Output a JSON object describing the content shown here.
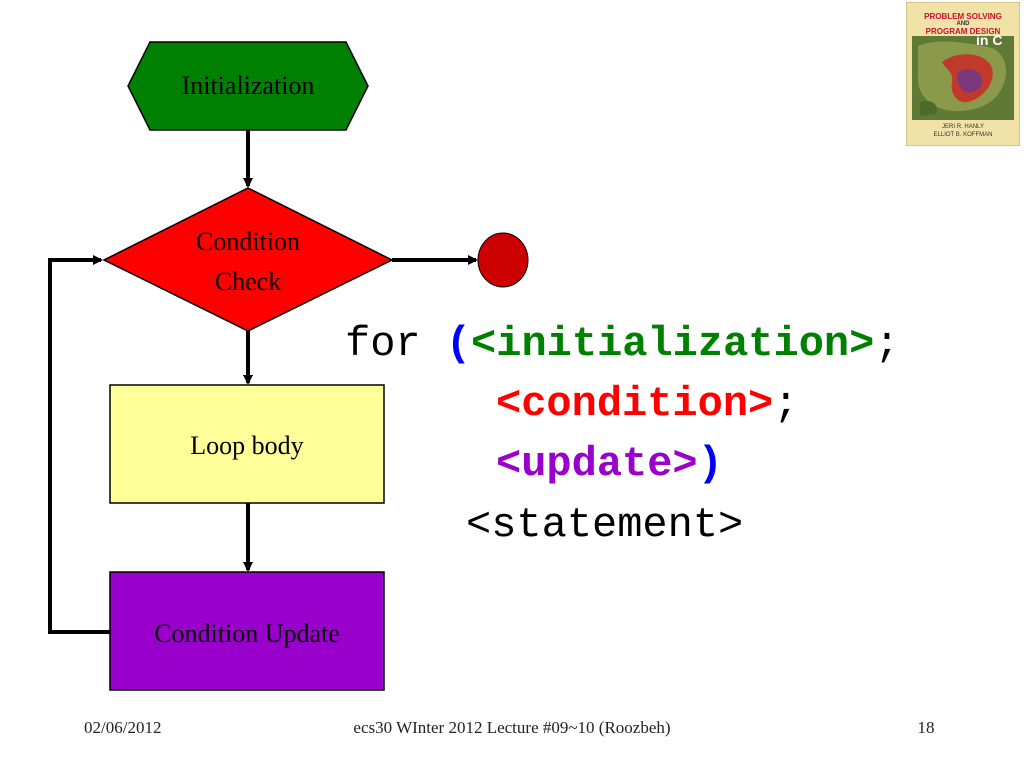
{
  "slide": {
    "colors": {
      "initialization": "#008000",
      "condition_check": "#ff0000",
      "loop_body": "#ffff99",
      "condition_update": "#9900cc",
      "exit": "#cc0000",
      "code_initialization": "#008000",
      "code_condition": "#ff0000",
      "code_update": "#9900cc",
      "code_paren": "#0000ff"
    }
  },
  "flowchart": {
    "initialization": "Initialization",
    "condition_line_1": "Condition",
    "condition_line_2": "Check",
    "loop_body": "Loop body",
    "condition_update": "Condition Update"
  },
  "code": {
    "for_keyword": "for ",
    "open_paren": "(",
    "initialization": "<initialization>",
    "semicolon_1": ";",
    "condition": "<condition>",
    "semicolon_2": ";",
    "update": "<update>",
    "close_paren": ")",
    "statement": "<statement>"
  },
  "book_cover": {
    "title_line_1": "PROBLEM SOLVING",
    "title_line_2": "AND",
    "title_line_3": "PROGRAM DESIGN",
    "in_c": "in C",
    "author_1": "JERI R. HANLY",
    "author_2": "ELLIOT B. KOFFMAN"
  },
  "footer": {
    "date": "02/06/2012",
    "title": "ecs30 WInter 2012 Lecture #09~10 (Roozbeh)",
    "page": "18"
  }
}
